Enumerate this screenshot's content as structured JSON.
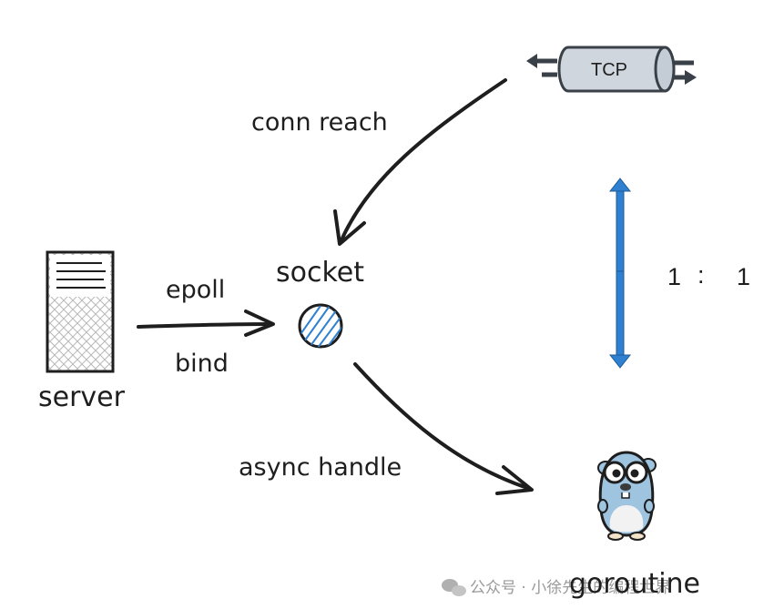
{
  "nodes": {
    "tcp": "TCP",
    "socket": "socket",
    "server": "server",
    "goroutine": "goroutine"
  },
  "edges": {
    "conn_reach": "conn reach",
    "epoll": "epoll",
    "bind": "bind",
    "async_handle": "async handle"
  },
  "ratio": {
    "left": "1",
    "sep": ":",
    "right": "1"
  },
  "watermark": "公众号 · 小徐先生的编程世界",
  "colors": {
    "accent_blue": "#2f80d0",
    "ink": "#1e1e1e",
    "tcp_fill": "#cfd6de"
  }
}
